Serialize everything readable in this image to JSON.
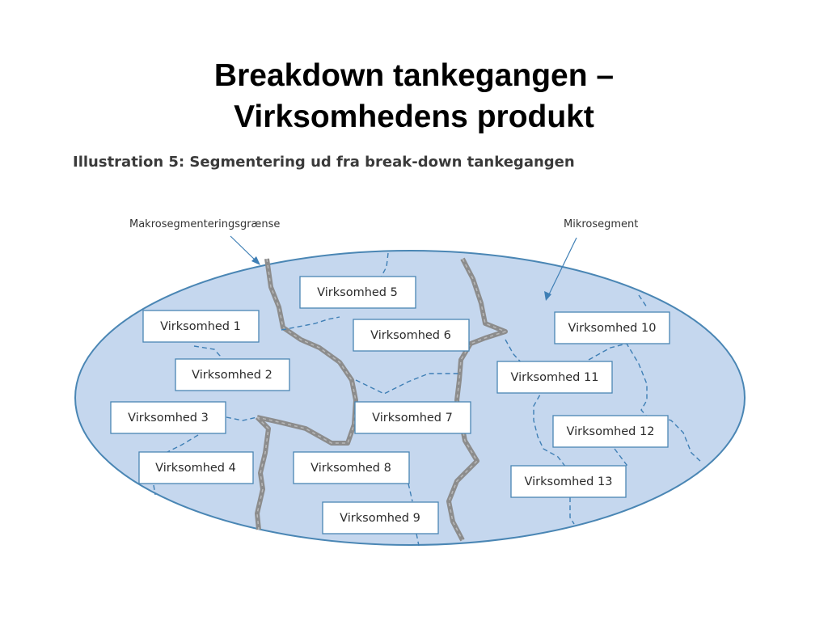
{
  "slide": {
    "title_line1": "Breakdown tankegangen –",
    "title_line2": "Virksomhedens produkt"
  },
  "illustration": {
    "title": "Illustration 5: Segmentering ud fra break-down tankegangen",
    "callouts": {
      "macro": "Makrosegmenteringsgrænse",
      "micro": "Mikrosegment"
    },
    "companies": [
      "Virksomhed 1",
      "Virksomhed 2",
      "Virksomhed 3",
      "Virksomhed 4",
      "Virksomhed 5",
      "Virksomhed 6",
      "Virksomhed 7",
      "Virksomhed 8",
      "Virksomhed 9",
      "Virksomhed 10",
      "Virksomhed 11",
      "Virksomhed 12",
      "Virksomhed 13"
    ],
    "colors": {
      "ellipse_fill": "#c5d7ee",
      "ellipse_stroke": "#4a86b4",
      "macro_line": "#8c8c8c",
      "micro_line": "#3f7fb5"
    }
  }
}
